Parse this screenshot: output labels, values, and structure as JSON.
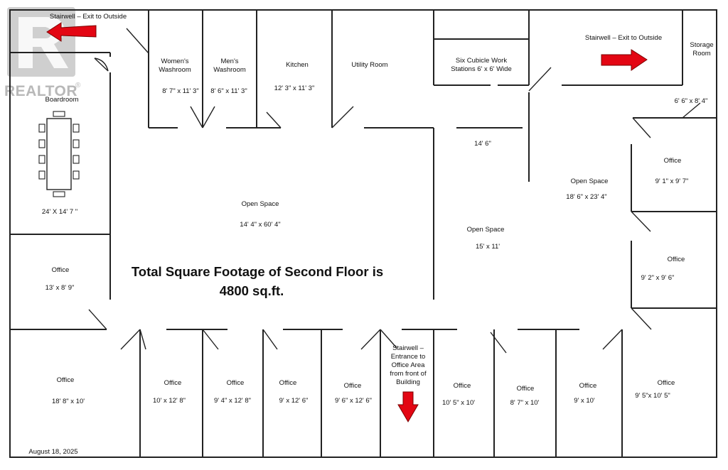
{
  "colors": {
    "wall": "#222222",
    "arrow": "#e30613",
    "watermark": "#bfbfbf"
  },
  "watermark": {
    "logo_text": "REALTOR",
    "mark": "®"
  },
  "title": {
    "line1": "Total Square Footage of Second Floor is",
    "line2": "4800 sq.ft."
  },
  "date": "August 18, 2025",
  "rooms": {
    "stairwell_nw": "Stairwell – Exit to Outside",
    "boardroom": "Boardroom",
    "boardroom_dims": "24' X 14' 7 \"",
    "womens_washroom": [
      "Women's",
      "Washroom"
    ],
    "womens_dims": "8' 7\" x 11' 3\"",
    "mens_washroom": [
      "Men's",
      "Washroom"
    ],
    "mens_dims": "8' 6\" x 11' 3\"",
    "kitchen": "Kitchen",
    "kitchen_dims": "12' 3\" x 11' 3\"",
    "utility": "Utility Room",
    "cubicles": [
      "Six Cubicle Work",
      "Stations 6' x 6' Wide"
    ],
    "stairwell_ne": "Stairwell – Exit to Outside",
    "storage": [
      "Storage",
      "Room"
    ],
    "storage_dims": "6' 6\" x 8' 4\"",
    "corridor_dims": "14' 6\"",
    "open_main": "Open Space",
    "open_main_dims": "14' 4\" x 60' 4\"",
    "open_right": "Open Space",
    "open_right_dims": "18' 6\" x 23' 4\"",
    "open_center": "Open Space",
    "open_center_dims": "15' x 11'",
    "office_e1": "Office",
    "office_e1_dims": "9' 1\" x 9' 7\"",
    "office_e2": "Office",
    "office_e2_dims": "9' 2\" x 9' 6\"",
    "office_w": "Office",
    "office_w_dims": "13' x 8' 9\"",
    "stairwell_s": [
      "Stairwell –",
      "Entrance to",
      "Office Area",
      "from front of",
      "Building"
    ]
  },
  "bottom_offices": [
    {
      "label": "Office",
      "dims": "18' 8\" x 10'"
    },
    {
      "label": "Office",
      "dims": "10' x 12' 8\""
    },
    {
      "label": "Office",
      "dims": "9' 4\" x 12' 8\""
    },
    {
      "label": "Office",
      "dims": "9' x 12' 6\""
    },
    {
      "label": "Office",
      "dims": "9' 6\" x 12' 6\""
    },
    {
      "label": "Office",
      "dims": "10' 5\" x 10'"
    },
    {
      "label": "Office",
      "dims": "8' 7\" x 10'"
    },
    {
      "label": "Office",
      "dims": "9' x 10'"
    },
    {
      "label": "Office",
      "dims": "9' 5\"x 10' 5\""
    }
  ]
}
